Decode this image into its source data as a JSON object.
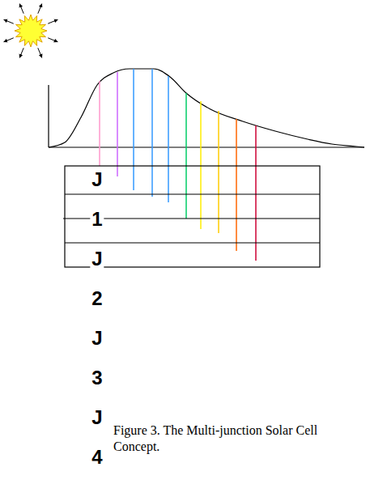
{
  "diagram": {
    "caption": "Figure 3. The Multi-junction Solar Cell Concept.",
    "labels": [
      "J",
      "1",
      "J",
      "2",
      "J",
      "3",
      "J",
      "4"
    ]
  }
}
